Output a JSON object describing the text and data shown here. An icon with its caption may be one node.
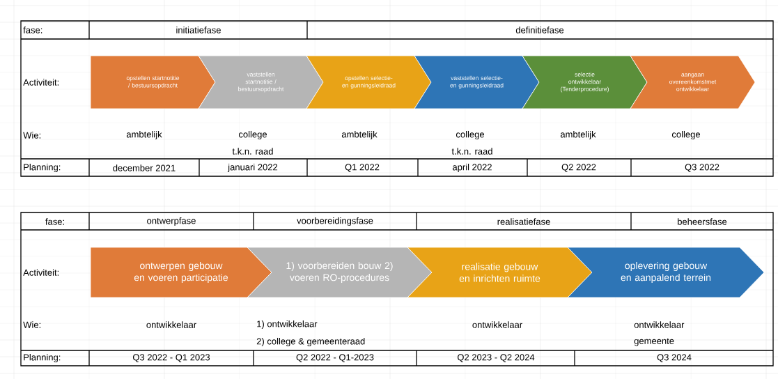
{
  "diagram": {
    "nodes": [
      {
        "text": [
          "opstellen startnotitie / bestuursopdracht"
        ]
      },
      {
        "text": [
          "vaststellen startnotitie / bestuursopdracht"
        ]
      },
      {
        "text": [
          "opstellen selectie- en gunningsleidraad"
        ]
      },
      {
        "text": [
          "vaststellen selectie- en gunningsleidraad"
        ]
      },
      {
        "text": [
          "selectie ontwikkelaar (Tenderprocedure)"
        ]
      },
      {
        "text": [
          "aangaan overeenkomstmet ontwikkelaar"
        ]
      },
      {
        "text": [
          "ontwerpen gebouw en voeren participatie"
        ]
      },
      {
        "text": [
          "1) voorbereiden bouw 2) voeren RO-procedures"
        ]
      },
      {
        "text": [
          "realisatie gebouw en inrichten ruimte"
        ]
      },
      {
        "text": [
          "oplevering gebouw en aanpalend terrein"
        ]
      }
    ],
    "labels": [
      "fase:",
      "initiatiefase",
      "definitiefase",
      "Activiteit:",
      "Wie:",
      "ambtelijk",
      "college",
      "ambtelijk",
      "college",
      "ambtelijk",
      "college",
      "t.k.n. raad",
      "t.k.n. raad",
      "Planning:",
      "december 2021",
      "januari 2022",
      "Q1 2022",
      "april 2022",
      "Q2 2022",
      "Q3 2022",
      "fase:",
      "ontwerpfase",
      "voorbereidingsfase",
      "realisatiefase",
      "beheersfase",
      "Activiteit:",
      "Wie:",
      "ontwikkelaar",
      "1) ontwikkelaar",
      "ontwikkelaar",
      "ontwikkelaar",
      "2) college & gemeenteraad",
      "gemeente",
      "Planning:",
      "Q3 2022 - Q1 2023",
      "Q2 2022 - Q1-2023",
      "Q2 2023 - Q2 2024",
      "Q3 2024"
    ]
  }
}
